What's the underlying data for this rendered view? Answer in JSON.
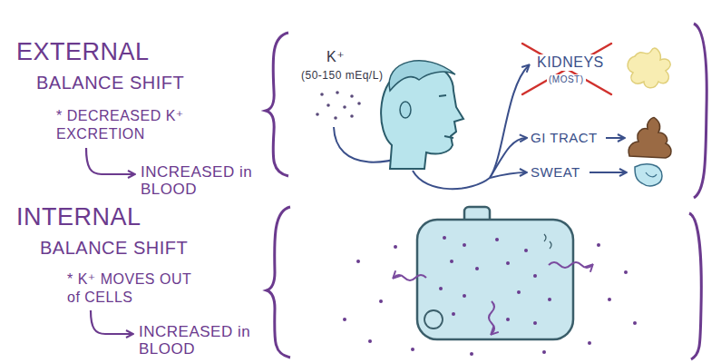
{
  "diagram": {
    "labels": [
      "EXTERNAL",
      "BALANCE SHIFT",
      "* DECREASED K⁺ EXCRETION",
      "INCREASED in BLOOD",
      "K⁺",
      "(50-150 mEq/L)",
      "KIDNEYS",
      "(MOST)",
      "GI TRACT",
      "SWEAT",
      "INTERNAL",
      "BALANCE SHIFT",
      "* K⁺ MOVES OUT of CELLS",
      "INCREASED in BLOOD"
    ]
  }
}
